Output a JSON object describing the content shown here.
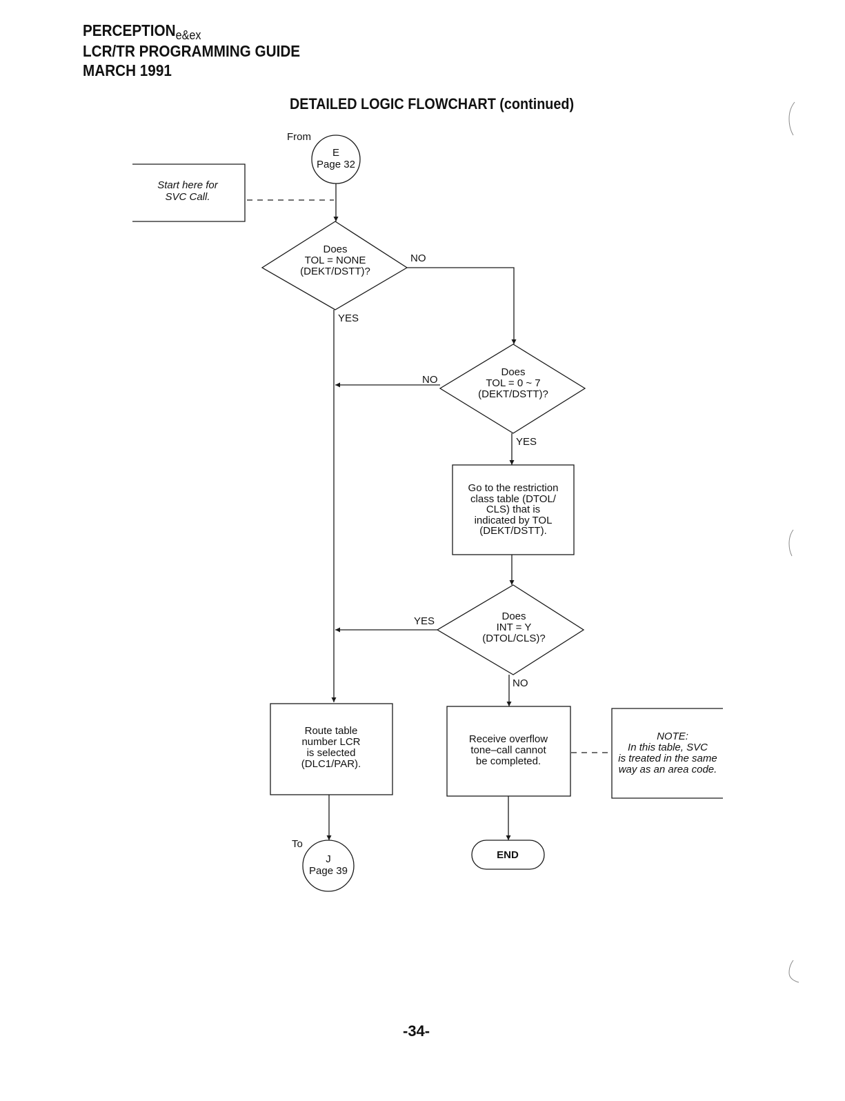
{
  "header": {
    "product": "PERCEPTION",
    "product_suffix": "e&ex",
    "guide_title": "LCR/TR PROGRAMMING GUIDE",
    "date": "MARCH 1991"
  },
  "title": "DETAILED LOGIC FLOWCHART (continued)",
  "page_number": "-34-",
  "flowchart": {
    "from_connector": {
      "prefix": "From",
      "letter": "E",
      "page": "Page 32"
    },
    "start_note": {
      "line1": "Start here for",
      "line2": "SVC Call."
    },
    "decision_tol_none": {
      "line1": "Does",
      "line2": "TOL = NONE",
      "line3": "(DEKT/DSTT)?",
      "no_label": "NO",
      "yes_label": "YES"
    },
    "decision_tol_0_7": {
      "line1": "Does",
      "line2": "TOL = 0 ~ 7",
      "line3": "(DEKT/DSTT)?",
      "no_label": "NO",
      "yes_label": "YES"
    },
    "process_restriction": {
      "line1": "Go to the restriction",
      "line2": "class table (DTOL/",
      "line3": "CLS) that is",
      "line4": "indicated by TOL",
      "line5": "(DEKT/DSTT)."
    },
    "decision_int": {
      "line1": "Does",
      "line2": "INT = Y",
      "line3": "(DTOL/CLS)?",
      "yes_label": "YES",
      "no_label": "NO"
    },
    "process_route": {
      "line1": "Route table",
      "line2": "number LCR",
      "line3": "is selected",
      "line4": "(DLC1/PAR)."
    },
    "process_overflow": {
      "line1": "Receive overflow",
      "line2": "tone–call cannot",
      "line3": "be completed."
    },
    "note": {
      "heading": "NOTE:",
      "line1": "In this table, SVC",
      "line2": "is treated in the same",
      "line3": "way as an area code."
    },
    "to_connector": {
      "prefix": "To",
      "letter": "J",
      "page": "Page 39"
    },
    "end_terminal": {
      "label": "END"
    }
  }
}
